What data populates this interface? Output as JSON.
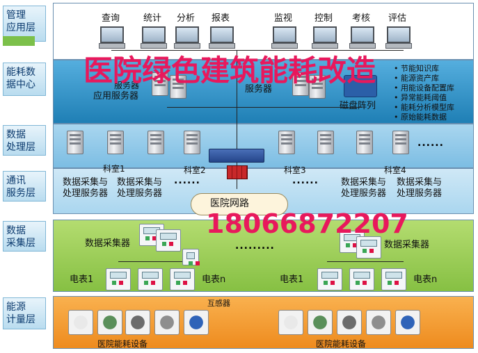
{
  "layers": [
    {
      "id": "app",
      "label": "管理\n应用层"
    },
    {
      "id": "center",
      "label": "能耗数\n据中心"
    },
    {
      "id": "process",
      "label": "数据\n处理层"
    },
    {
      "id": "comm",
      "label": "通讯\n服务层"
    },
    {
      "id": "collect",
      "label": "数据\n采集层"
    },
    {
      "id": "measure",
      "label": "能源\n计量层"
    }
  ],
  "app_terminals": [
    "查询",
    "统计",
    "分析",
    "报表",
    "监视",
    "控制",
    "考核",
    "评估"
  ],
  "center": {
    "app_server_a": "服务器",
    "app_server_b": "应用服务器",
    "data_server": "服务器",
    "disk_array": "磁盘阵列",
    "db_list": [
      "节能知识库",
      "能源资产库",
      "用能设备配置库",
      "异常能耗阈值",
      "能耗分析模型库",
      "原始能耗数据"
    ]
  },
  "process": {
    "dept1": "科室1",
    "dept2": "科室2",
    "dept3": "科室3",
    "dept4": "科室4",
    "server_caption_l1": "数据采集与",
    "server_caption_l2": "处理服务器",
    "dots": "......"
  },
  "comm": {
    "network": "医院网路"
  },
  "collect": {
    "collector": "数据采集器",
    "meter_1": "电表1",
    "meter_n": "电表n",
    "dots": "........."
  },
  "measure": {
    "transformer": "互感器",
    "equipment": "医院能耗设备"
  },
  "watermark": {
    "title": "医院绿色建筑能耗改造",
    "phone": "18066872207"
  },
  "colors": {
    "app_band": "#ffffff",
    "center_band": "#2f8fc0",
    "process_band": "#8fc6e6",
    "comm_band": "#bfe0f2",
    "collect_band": "#9ccf5a",
    "measure_band": "#f29a2e",
    "watermark": "#e8185c"
  }
}
